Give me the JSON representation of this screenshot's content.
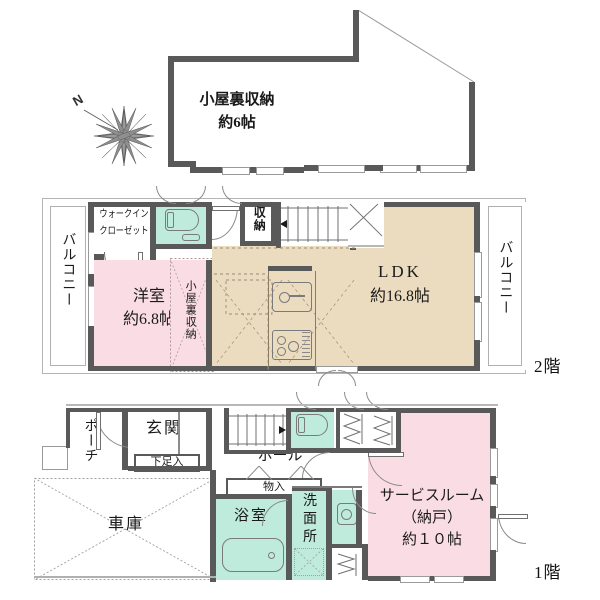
{
  "document": {
    "type": "japanese-floor-plan",
    "compass_label": "N"
  },
  "colors": {
    "wall": "#595959",
    "ldk_fill": "#ebdcc0",
    "bedroom_fill": "#fadde4",
    "water_fill": "#bfebdc",
    "outline": "#8c8c8c",
    "text": "#1a1a1a"
  },
  "attic_floor": {
    "rooms": [
      {
        "name": "attic-storage",
        "label_line1": "小屋裏収納",
        "label_line2": "約6帖"
      }
    ]
  },
  "second_floor": {
    "floor_label": "2階",
    "rooms": [
      {
        "name": "balcony-west",
        "label": "バルコニー"
      },
      {
        "name": "walk-in-closet",
        "label_line1": "ウォークイン",
        "label_line2": "クローゼット"
      },
      {
        "name": "western-room",
        "label_line1": "洋室",
        "label_line2": "約6.8帖"
      },
      {
        "name": "attic-storage-2f",
        "label": "小屋裏収納"
      },
      {
        "name": "closet-storage",
        "label": "収納"
      },
      {
        "name": "ldk",
        "label_line1": "LDK",
        "label_line2": "約16.8帖"
      },
      {
        "name": "balcony-east",
        "label": "バルコニー"
      }
    ]
  },
  "first_floor": {
    "floor_label": "1階",
    "rooms": [
      {
        "name": "porch",
        "label": "ポーチ"
      },
      {
        "name": "entrance",
        "label": "玄関"
      },
      {
        "name": "shoe-cabinet",
        "label": "下足入"
      },
      {
        "name": "hall",
        "label": "ホール"
      },
      {
        "name": "storage-closet",
        "label": "物入"
      },
      {
        "name": "garage",
        "label": "車庫"
      },
      {
        "name": "bathroom",
        "label": "浴室"
      },
      {
        "name": "washroom",
        "label_line1": "洗",
        "label_line2": "面",
        "label_line3": "所"
      },
      {
        "name": "service-room",
        "label_line1": "サービスルーム",
        "label_line2": "（納戸）",
        "label_line3": "約１０帖"
      }
    ]
  }
}
